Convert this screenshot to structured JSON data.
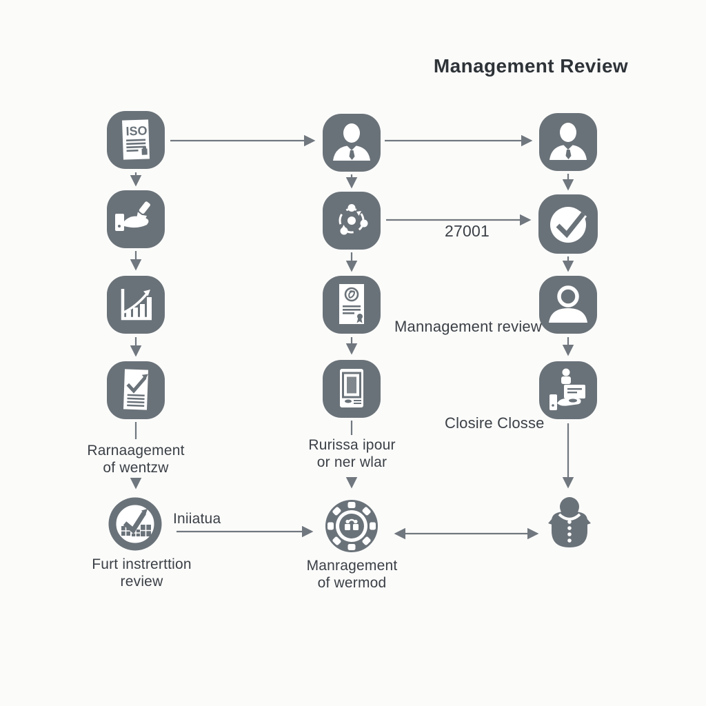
{
  "title": "Management Review",
  "labels": {
    "iso_text": "ISO",
    "arrow_label_27001": "27001",
    "management_review_mid": "Mannagement review",
    "closure": "Closire Closse",
    "col1_label": "Rarnaagement\nof wentzw",
    "initiate": "Iniiatua",
    "col1_bottom_label": "Furt instrerttion\nreview",
    "col2_label": "Rurissa ipour\nor ner wlar",
    "col2_bottom_label": "Manragement\nof wermod"
  },
  "icons": [
    "iso-document-icon",
    "hand-pen-icon",
    "growth-chart-icon",
    "checked-report-icon",
    "audit-check-icon",
    "person-icon",
    "process-cycle-icon",
    "certificate-icon",
    "tablet-icon",
    "gear-lock-icon",
    "person-icon",
    "checkmark-icon",
    "user-profile-icon",
    "hand-message-icon",
    "coat-buttons-icon"
  ],
  "colors": {
    "icon_gray": "#6a7279",
    "arrow_gray": "#70777e",
    "text_dark": "#3b4046",
    "title_dark": "#2e3338",
    "background": "#fbfbfa"
  }
}
